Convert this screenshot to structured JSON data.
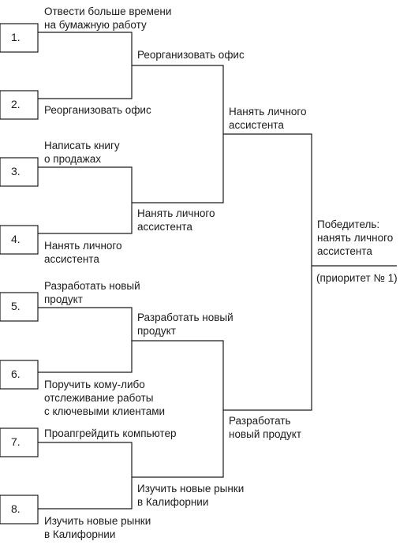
{
  "bracket": {
    "seeds": [
      "1.",
      "2.",
      "3.",
      "4.",
      "5.",
      "6.",
      "7.",
      "8."
    ],
    "round1": [
      [
        "Отвести больше времени",
        "на бумажную работу"
      ],
      [
        "Реорганизовать офис"
      ],
      [
        "Написать книгу",
        "о продажах"
      ],
      [
        "Нанять личного",
        "ассистента"
      ],
      [
        "Разработать новый",
        "продукт"
      ],
      [
        "Поручить кому-либо",
        "отслеживание работы",
        "с ключевыми клиентами"
      ],
      [
        "Проапгрейдить компьютер"
      ],
      [
        "Изучить новые рынки",
        "в Калифорнии"
      ]
    ],
    "round2": [
      [
        "Реорганизовать офис"
      ],
      [
        "Нанять личного",
        "ассистента"
      ],
      [
        "Разработать новый",
        "продукт"
      ],
      [
        "Изучить новые рынки",
        "в Калифорнии"
      ]
    ],
    "round3": [
      [
        "Нанять личного",
        "ассистента"
      ],
      [
        "Разработать",
        "новый продукт"
      ]
    ],
    "winner": [
      "Победитель:",
      "нанять личного",
      "ассистента"
    ],
    "priority": "(приоритет № 1)"
  }
}
